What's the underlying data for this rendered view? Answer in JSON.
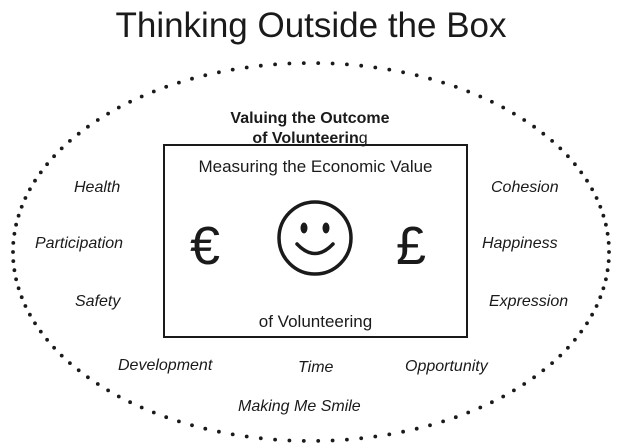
{
  "title": "Thinking Outside the Box",
  "outcome": {
    "bold_text": "Valuing the Outcome\nof Volunteerin",
    "trailing_text": "g"
  },
  "box": {
    "top_text": "Measuring the Economic Value",
    "bottom_text": "of Volunteering"
  },
  "symbols": {
    "left": "€",
    "right": "£",
    "center_icon": "smiley-face-icon"
  },
  "outer_words": {
    "health": "Health",
    "participation": "Participation",
    "safety": "Safety",
    "cohesion": "Cohesion",
    "happiness": "Happiness",
    "expression": "Expression",
    "development": "Development",
    "time": "Time",
    "opportunity": "Opportunity",
    "making_me_smile": "Making Me Smile"
  }
}
